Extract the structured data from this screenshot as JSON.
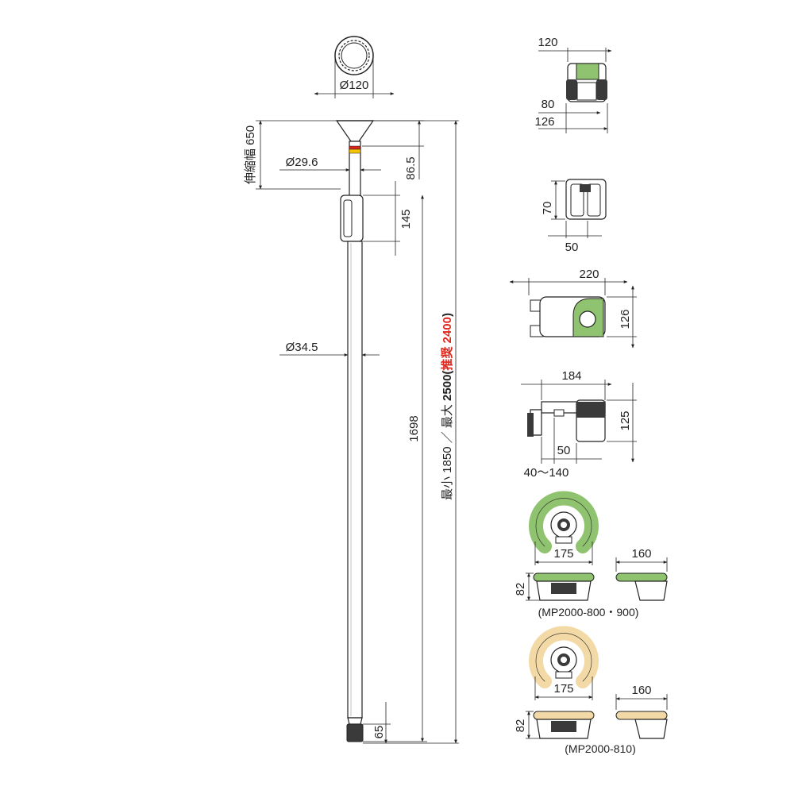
{
  "colors": {
    "line": "#222222",
    "green": "#8fc36f",
    "beige": "#f2d9a6",
    "red_band": "#d9251d",
    "yellow_band": "#f5c400",
    "dark": "#3a3a3a",
    "recommend_text": "#e0261c"
  },
  "pole": {
    "top_dia": "Ø120",
    "telescoping_label": "伸縮幅 650",
    "upper_dia": "Ø29.6",
    "dim_86_5": "86.5",
    "dim_145": "145",
    "lower_dia": "Ø34.5",
    "dim_1698": "1698",
    "dim_65": "65",
    "length_min": "最小 1850 ／ 最大 ",
    "length_max": "2500(",
    "length_recommend": "推奨 2400",
    "length_close": ")"
  },
  "bracket": {
    "front_width": "120",
    "front_inner": "80",
    "front_outer": "126",
    "side_height": "70",
    "side_width": "50",
    "top_length": "220",
    "top_depth": "126",
    "side_length": "184",
    "side_h": "125",
    "side_inner": "50",
    "clamp_range": "40〜140"
  },
  "grips": [
    {
      "color_key": "green",
      "width": "175",
      "height": "82",
      "side_width": "160",
      "caption": "(MP2000-800・900)"
    },
    {
      "color_key": "beige",
      "width": "175",
      "height": "82",
      "side_width": "160",
      "caption": "(MP2000-810)"
    }
  ]
}
